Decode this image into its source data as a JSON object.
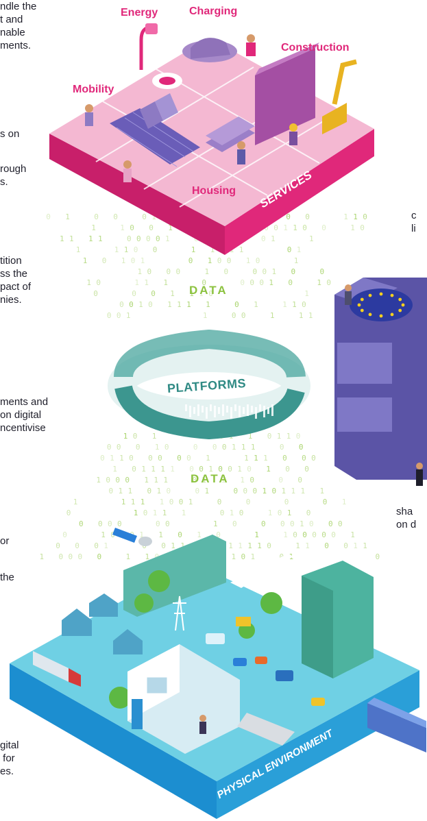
{
  "left_texts": [
    "ndle the\nt and\nnable\nments.",
    "s on",
    "rough\ns.",
    "tition\nss the\npact of\nnies.",
    "ments and\non digital\nncentivise",
    "or",
    "the",
    "gital\n for\nes."
  ],
  "right_texts": [
    "c\nli",
    "sha\non d"
  ],
  "service_labels": {
    "energy": "Energy",
    "charging": "Charging",
    "construction": "Construction",
    "mobility": "Mobility",
    "housing": "Housing"
  },
  "layer_labels": {
    "services": "SERVICES",
    "data_top": "DATA",
    "platforms": "PLATFORMS",
    "data_bottom": "DATA",
    "physical": "PHYSICAL ENVIRONMENT"
  },
  "colors": {
    "services_magenta": "#e0287a",
    "services_top": "#f0a6c8",
    "data_green": "#8cc23f",
    "platforms_teal": "#2f8a84",
    "physical_blue": "#2a9fd8",
    "eu_purple": "#6b64b8"
  }
}
